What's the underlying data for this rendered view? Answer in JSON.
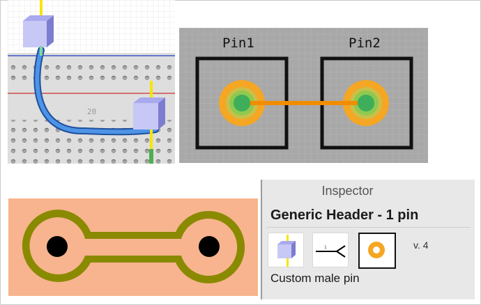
{
  "views": {
    "breadboard": {
      "ruler_tick_label": "20"
    },
    "pcb": {
      "pin1_label": "Pin1",
      "pin2_label": "Pin2"
    }
  },
  "inspector": {
    "title": "Inspector",
    "part_name": "Generic Header - 1 pin",
    "version": "v. 4",
    "description": "Custom male pin",
    "thumbnails": [
      "breadboard-view-icon",
      "schematic-view-icon",
      "pcb-view-icon"
    ]
  },
  "colors": {
    "pcb_background": "#a8a8a8",
    "pad_ring": "#f5a623",
    "pad_center": "#4caf50",
    "trace": "#f28c00",
    "copper_background": "#f7b48e",
    "copper_outline": "#8a8a00",
    "wire": "#3a7fd0",
    "header_pin": "#f5e600"
  }
}
